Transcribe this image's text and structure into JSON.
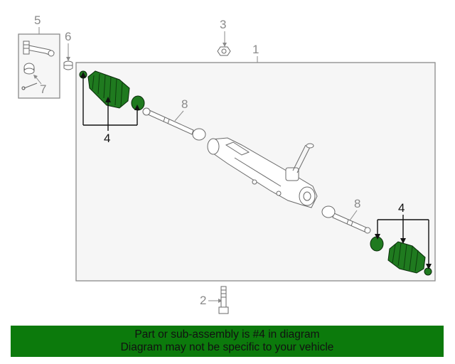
{
  "callouts": {
    "c1": "1",
    "c2": "2",
    "c3": "3",
    "c4_left": "4",
    "c4_right": "4",
    "c5": "5",
    "c6": "6",
    "c7": "7",
    "c8_left": "8",
    "c8_right": "8"
  },
  "banner": {
    "line1": "Part or sub-assembly is #4 in diagram",
    "line2": "Diagram may not be specific to your vehicle"
  },
  "colors": {
    "highlight_part": "#1f7a1f",
    "banner_bg": "#0c7a0c",
    "line_gray": "#8a8a8a",
    "panel_bg": "#f6f6f6"
  }
}
